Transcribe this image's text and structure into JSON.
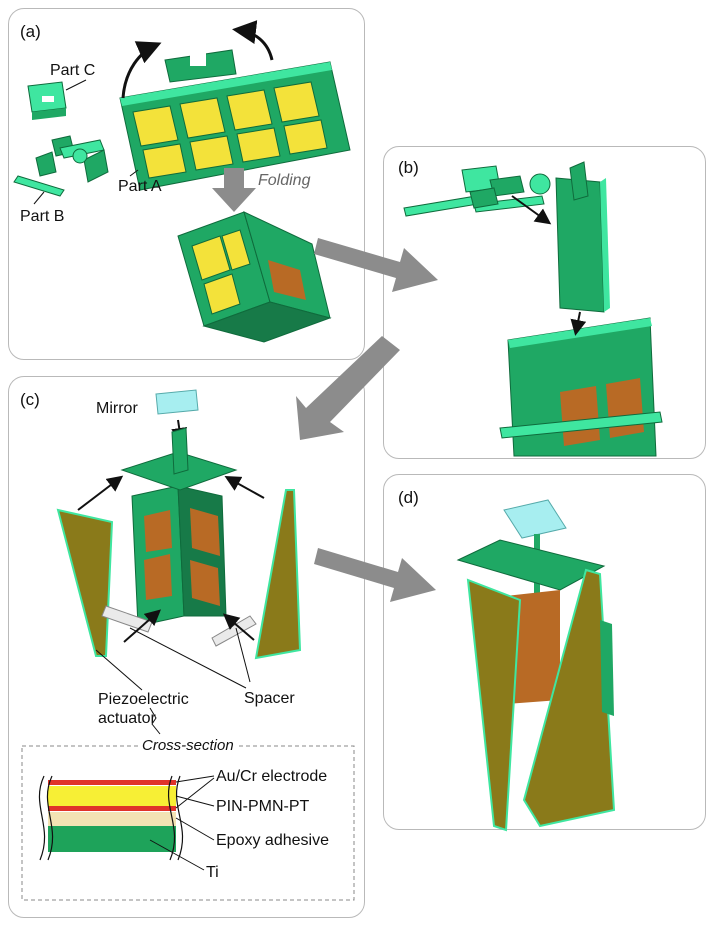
{
  "panels": {
    "a": {
      "label": "(a)",
      "part_c": "Part C",
      "part_b": "Part B",
      "part_a": "Part A",
      "folding": "Folding"
    },
    "b": {
      "label": "(b)"
    },
    "c": {
      "label": "(c)",
      "mirror": "Mirror",
      "piezo": "Piezoelectric\nactuator",
      "spacer": "Spacer",
      "cross_section": "Cross-section",
      "layers": [
        "Au/Cr electrode",
        "PIN-PMN-PT",
        "Epoxy adhesive",
        "Ti"
      ]
    },
    "d": {
      "label": "(d)"
    }
  },
  "colors": {
    "part_green": "#1fa864",
    "part_light": "#3fe6a0",
    "panel_yellow": "#f3e23a",
    "flow_arrow": "#8c8c8c",
    "mirror": "#a7eef0",
    "actuator": "#8a7a1a",
    "electrode": "#e0332a",
    "pzt": "#f7ef35",
    "epoxy": "#f3e3b4",
    "ti": "#1ea35a"
  }
}
